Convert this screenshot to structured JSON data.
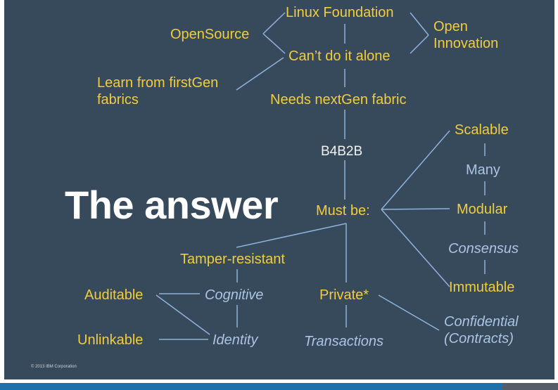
{
  "slide": {
    "heading": "The answer",
    "copyright": "© 2013 IBM Corporation"
  },
  "nodes": {
    "linux_foundation": "Linux Foundation",
    "opensource": "OpenSource",
    "open_innovation": "Open\nInnovation",
    "cant_do_it_alone": "Can’t do it alone",
    "learn_firstgen": "Learn from firstGen\nfabrics",
    "needs_nextgen": "Needs nextGen fabric",
    "b4b2b": "B4B2B",
    "must_be": "Must be:",
    "scalable": "Scalable",
    "many": "Many",
    "modular": "Modular",
    "consensus": "Consensus",
    "immutable": "Immutable",
    "tamper_resistant": "Tamper-resistant",
    "auditable": "Auditable",
    "cognitive": "Cognitive",
    "unlinkable": "Unlinkable",
    "identity": "Identity",
    "private": "Private*",
    "transactions": "Transactions",
    "confidential": "Confidential\n(Contracts)"
  },
  "colors": {
    "background": "#374a5c",
    "yellow_text": "#f2cd3b",
    "blue_text": "#aac4e2",
    "white_text": "#f2f2f2",
    "connector": "#8fb3da",
    "footer_bar": "#1f6fa8"
  }
}
